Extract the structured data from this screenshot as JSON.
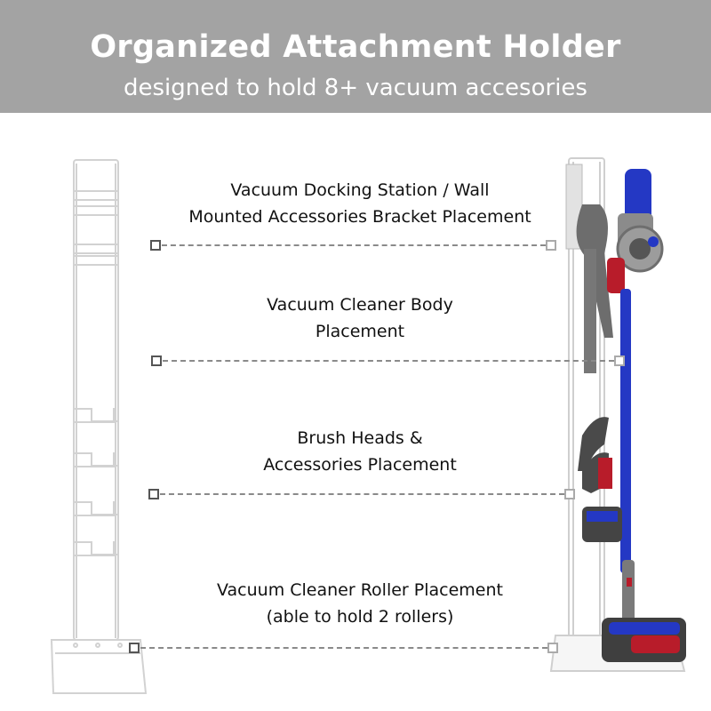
{
  "header": {
    "title": "Organized Attachment Holder",
    "subtitle": "designed to hold 8+ vacuum accesories"
  },
  "callouts": [
    {
      "line1": "Vacuum Docking Station /  Wall",
      "line2": "Mounted Accessories Bracket Placement"
    },
    {
      "line1": "Vacuum Cleaner Body",
      "line2": "Placement"
    },
    {
      "line1": "Brush Heads &",
      "line2": "Accessories Placement"
    },
    {
      "line1": "Vacuum Cleaner Roller Placement",
      "line2": "(able to hold 2 rollers)"
    }
  ],
  "colors": {
    "banner": "#a3a3a3",
    "vacuum_wand": "#2438c4",
    "vacuum_accent": "#b81c2a"
  }
}
